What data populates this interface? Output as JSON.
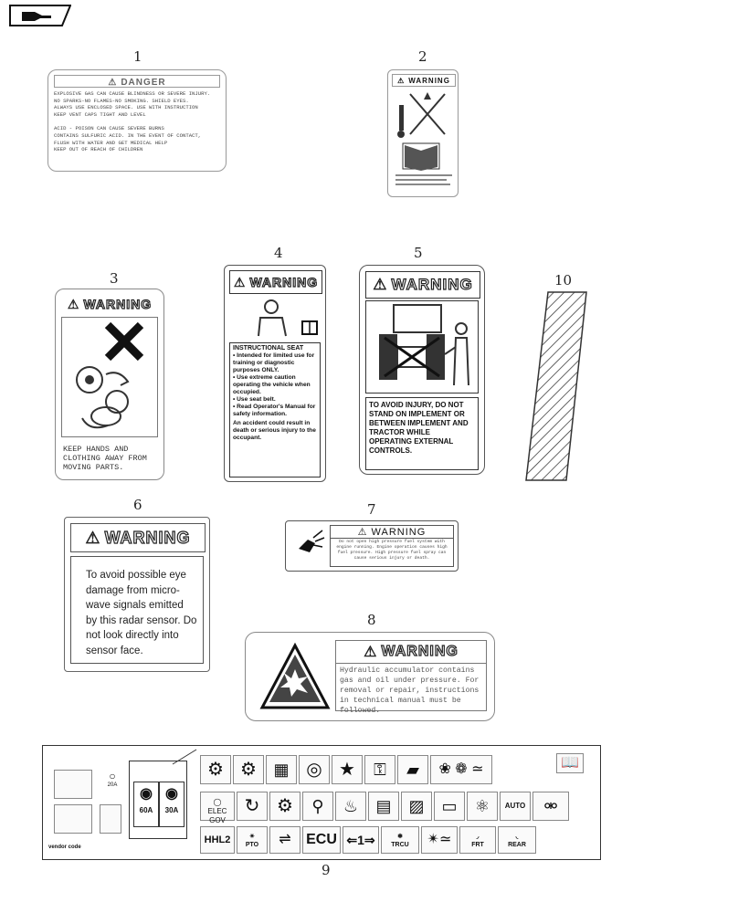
{
  "logo_icon": "hand-pointing-icon",
  "numbers": [
    "1",
    "2",
    "3",
    "4",
    "5",
    "6",
    "7",
    "8",
    "9",
    "10"
  ],
  "decal1": {
    "header": "DANGER",
    "lines": [
      "EXPLOSIVE GAS CAN CAUSE BLINDNESS OR SEVERE INJURY.",
      "NO SPARKS-NO FLAMES-NO SMOKING. SHIELD EYES.",
      "ALWAYS USE ENCLOSED SPACE. USE WITH INSTRUCTION",
      "KEEP VENT CAPS TIGHT AND LEVEL",
      "ACID - POISON CAN CAUSE SEVERE BURNS",
      "CONTAINS SULFURIC ACID. IN THE EVENT OF CONTACT,",
      "FLUSH WITH WATER AND GET MEDICAL HELP",
      "KEEP OUT OF REACH OF CHILDREN"
    ]
  },
  "decal2": {
    "header": "WARNING"
  },
  "decal3": {
    "header": "WARNING",
    "text": "KEEP HANDS AND CLOTHING AWAY FROM MOVING PARTS."
  },
  "decal4": {
    "header": "WARNING",
    "title": "INSTRUCTIONAL SEAT",
    "bullets": [
      "Intended for limited use for training or diagnostic purposes ONLY.",
      "Use extreme caution operating the vehicle when occupied.",
      "Use seat belt.",
      "Read Operator's Manual for safety information."
    ],
    "footer": "An accident could result in death or serious injury to the occupant."
  },
  "decal5": {
    "header": "WARNING",
    "text": "TO AVOID INJURY, DO NOT STAND ON IMPLEMENT OR BETWEEN IMPLEMENT AND TRACTOR WHILE OPERATING EXTERNAL CONTROLS."
  },
  "decal6": {
    "header": "WARNING",
    "text": "To avoid possible eye damage from micro-wave signals emitted by this radar sensor. Do not look directly into sensor face."
  },
  "decal7": {
    "header": "WARNING",
    "text": "Do not open high pressure fuel system with engine running. Engine operation causes high fuel pressure. High pressure fuel spray can cause serious injury or death."
  },
  "decal8": {
    "header": "WARNING",
    "text": "Hydraulic accumulator contains gas and oil under pressure. For removal or repair, instructions in technical manual must be followed."
  },
  "decal9": {
    "vendor": "vendor code",
    "labels": [
      "20A",
      "60A",
      "30A",
      "ELEC GOV",
      "AUTO",
      "ECU",
      "PTO",
      "TRCU",
      "FRT",
      "REAR",
      "HHL2",
      "1"
    ]
  }
}
